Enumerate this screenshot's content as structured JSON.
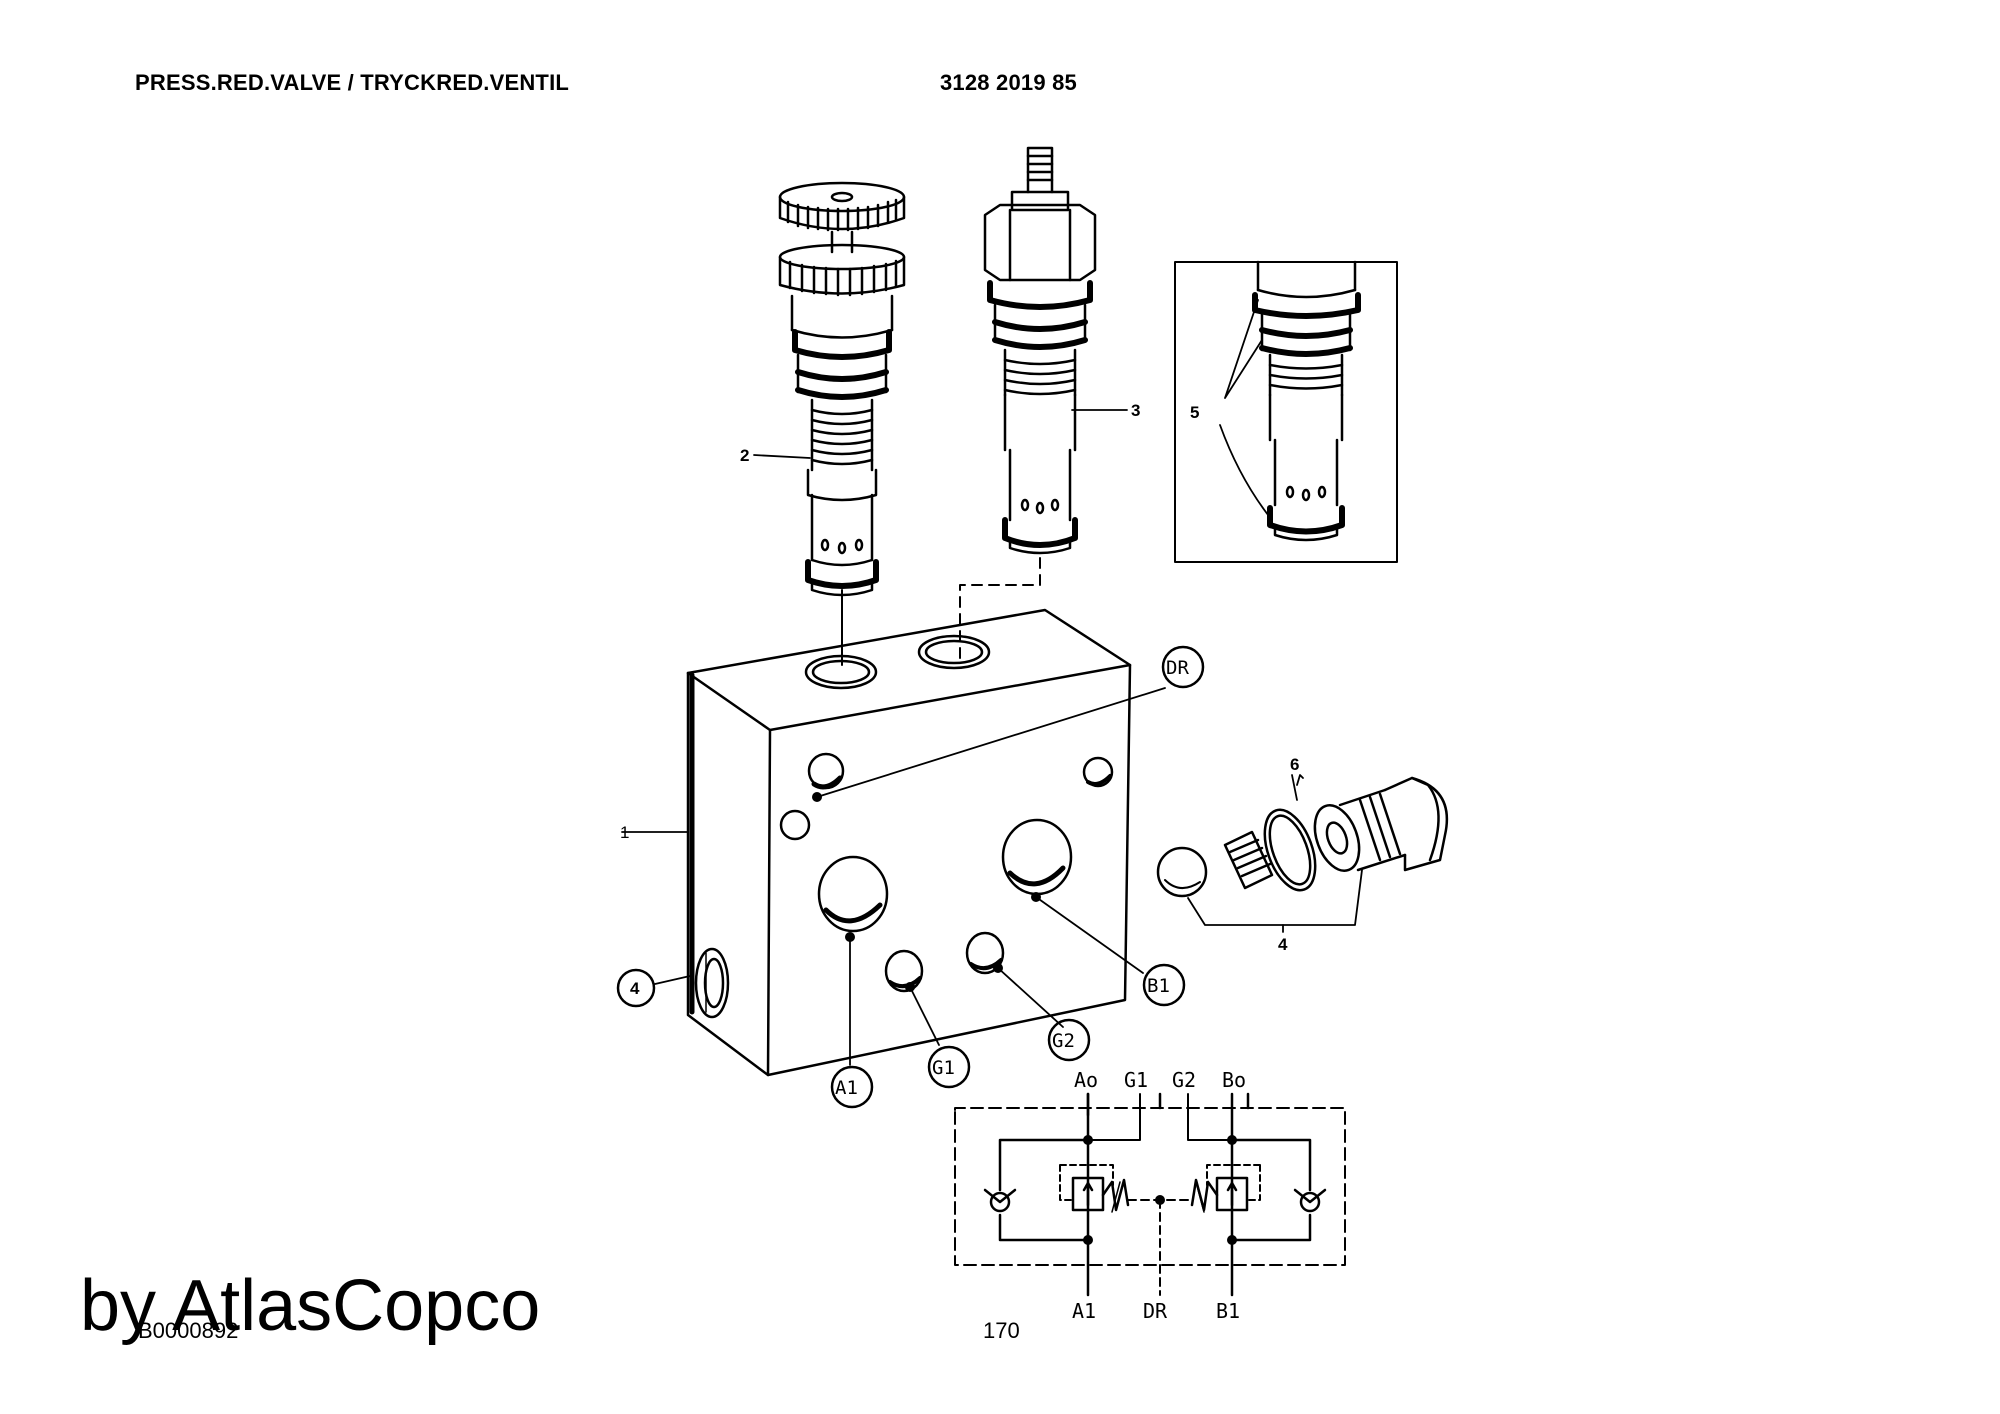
{
  "header": {
    "title": "PRESS.RED.VALVE / TRYCKRED.VENTIL",
    "part_number": "3128 2019 85"
  },
  "callouts": {
    "item_1": "1",
    "item_2": "2",
    "item_3": "3",
    "item_4": "4",
    "item_5": "5",
    "item_6": "6",
    "item_4_side": "4"
  },
  "ports": {
    "dr": "DR",
    "b1": "B1",
    "g2": "G2",
    "g1": "G1",
    "a1": "A1"
  },
  "schematic": {
    "top": [
      "Ao",
      "G1",
      "G2",
      "Bo"
    ],
    "bottom": [
      "A1",
      "DR",
      "B1"
    ]
  },
  "footer": {
    "image_id": "B0000892",
    "page_number": "170",
    "watermark": "by AtlasCopco"
  }
}
